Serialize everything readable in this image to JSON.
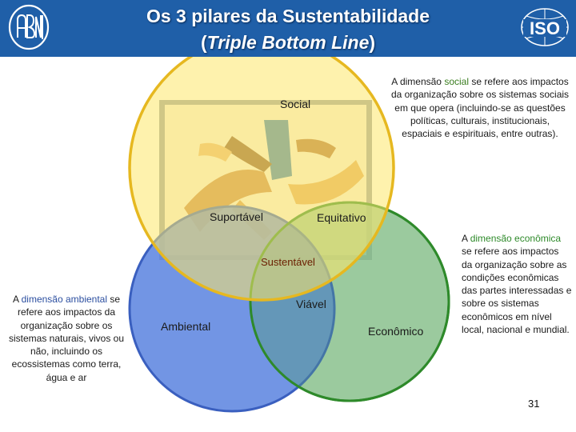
{
  "header": {
    "title_line1": "Os  3 pilares da Sustentabilidade",
    "title_line2_open": "(",
    "title_line2_italic": "Triple Bottom Line",
    "title_line2_close": ")",
    "logo_left_text": "ABNT",
    "logo_right_text": "ISO",
    "background_color": "#1f5fa8"
  },
  "diagram": {
    "social_label": "Social",
    "ambiental_label": "Ambiental",
    "economico_label": "Econômico",
    "suportavel_label": "Suportável",
    "equitativo_label": "Equitativo",
    "viavel_label": "Viável",
    "sustentavel_label": "Sustentável",
    "colors": {
      "social_fill": "#fde86a",
      "social_stroke": "#e6b820",
      "ambiental_fill": "#5f86e0",
      "ambiental_stroke": "#3a5fbf",
      "economico_fill": "#a9d59a",
      "economico_stroke": "#2e8a2a"
    }
  },
  "descriptions": {
    "social": {
      "prefix": "A dimensão ",
      "highlight": "social",
      "rest": " se refere aos impactos da organização sobre os sistemas sociais em que opera (incluindo-se as questões políticas, culturais, institucionais, espaciais e espirituais, entre outras)."
    },
    "ambiental": {
      "prefix": "A ",
      "highlight": "dimensão ambiental",
      "rest": " se refere aos  impactos da organização sobre os sistemas naturais, vivos ou não, incluindo os ecossistemas como terra, água e ar"
    },
    "economica": {
      "prefix": "A  ",
      "highlight": "dimensão econômica",
      "rest": " se refere aos  impactos da organização sobre as condições econômicas das partes interessadas e sobre os  sistemas econômicos em nível local, nacional e mundial."
    }
  },
  "page_number": "31"
}
